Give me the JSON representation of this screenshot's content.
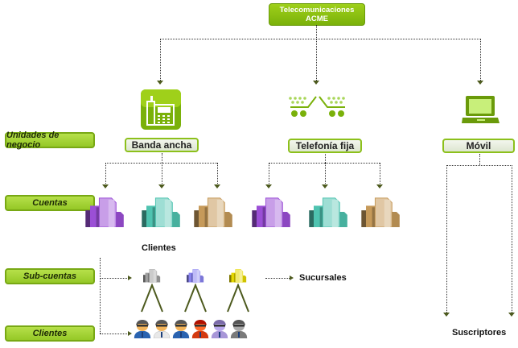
{
  "title": "Telecomunicaciones ACME",
  "root": {
    "line1": "Telecomunicaciones",
    "line2": "ACME"
  },
  "business_units": [
    {
      "label": "Banda ancha",
      "icon": "phone-icon"
    },
    {
      "label": "Telefonía fija",
      "icon": "network-icon"
    },
    {
      "label": "Móvil",
      "icon": "laptop-icon"
    }
  ],
  "levels": [
    {
      "label": "Unidades de negocio"
    },
    {
      "label": "Cuentas"
    },
    {
      "label": "Sub-cuentas"
    },
    {
      "label": "Clientes"
    }
  ],
  "captions": {
    "clientes": "Clientes",
    "sucursales": "Sucursales",
    "suscriptores": "Suscriptores"
  },
  "account_icon_colors": [
    "#9b4fd6",
    "#4fc3b0",
    "#c69a5a"
  ],
  "subaccount_icon_colors": [
    "#a0a0a0",
    "#8a84f0",
    "#e6d800"
  ],
  "person_icon_colors": [
    "#2a63b0",
    "#e8e8e8",
    "#2a63b0",
    "#d43a10",
    "#a897d8",
    "#7a7a7a"
  ],
  "colors": {
    "accent": "#8cc01b",
    "arrow": "#4d5a1e"
  }
}
